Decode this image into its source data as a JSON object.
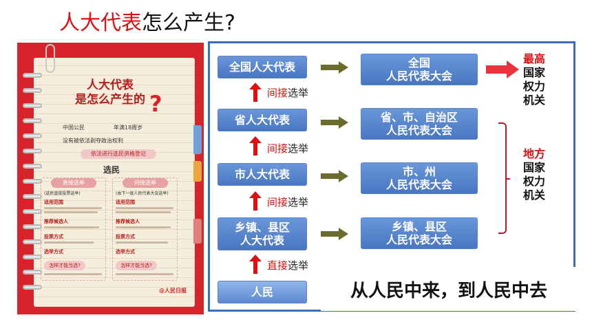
{
  "title": {
    "red_part": "人大代表",
    "black_part": "怎么产生?"
  },
  "poster": {
    "heading": "人大代表\n是怎么产生的",
    "question_mark": "?",
    "row1_left": "中国公民",
    "row1_right": "年满18周岁",
    "row2": "没有被依法剥夺政治权利",
    "row3": "依法进行选民资格登记",
    "voter": "选民",
    "col_left_title": "直接选举",
    "col_left_sub": "(选民直接投票选举)",
    "col_right_title": "间接选举",
    "col_right_sub": "(由下一级人民代表大会选举)",
    "left_items": [
      "适用范围",
      "推荐候选人",
      "投票方式",
      "选举方式"
    ],
    "right_items": [
      "适用范围",
      "推荐候选人",
      "投票方式",
      "选举方式"
    ],
    "how_label": "怎样才能当选?",
    "logo": "@人民日报"
  },
  "diagram": {
    "left_boxes": [
      "全国人大代表",
      "省人大代表",
      "市人大代表",
      "乡镇、县区\n人大代表",
      "人民"
    ],
    "right_boxes": [
      "全国\n人民代表大会",
      "省、市、自治区\n人民代表大会",
      "市、州\n人民代表大会",
      "乡镇、县区\n人民代表大会"
    ],
    "elections": [
      {
        "red": "间接",
        "black": "选举"
      },
      {
        "red": "间接",
        "black": "选举"
      },
      {
        "red": "间接",
        "black": "选举"
      },
      {
        "red": "直接",
        "black": "选举"
      }
    ],
    "top_side": {
      "red": "最高",
      "black": "国家\n权力\n机关"
    },
    "local_side": {
      "red": "地方",
      "black": "国家\n权力\n机关"
    },
    "motto": "从人民中来，到人民中去",
    "colors": {
      "box_blue": "#4876c1",
      "frame_blue": "#3a6cc4",
      "arrow_olive": "#6b6b2e",
      "accent_red": "#e01010"
    }
  }
}
